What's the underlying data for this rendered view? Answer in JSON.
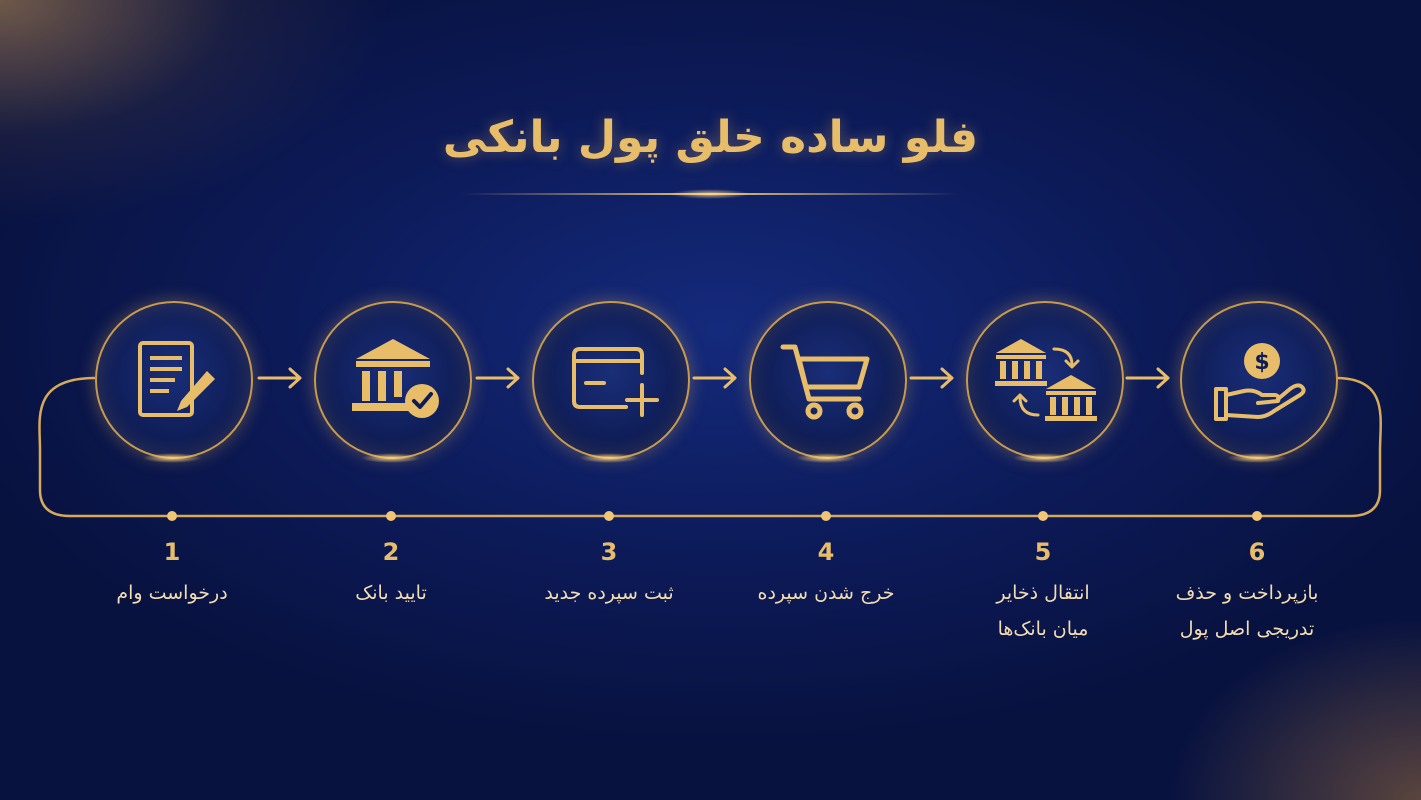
{
  "title": "فلو ساده خلق پول بانکی",
  "steps": [
    {
      "num": "1",
      "label": "درخواست وام",
      "icon": "loan-application-icon"
    },
    {
      "num": "2",
      "label": "تایید بانک",
      "icon": "bank-approve-icon"
    },
    {
      "num": "3",
      "label": "ثبت سپرده جدید",
      "icon": "card-add-icon"
    },
    {
      "num": "4",
      "label": "خرج شدن سپرده",
      "icon": "shopping-cart-icon"
    },
    {
      "num": "5",
      "label": "انتقال ذخایر\nمیان بانک‌ها",
      "icon": "bank-transfer-icon"
    },
    {
      "num": "6",
      "label": "بازپرداخت و حذف\nتدریجی اصل پول",
      "icon": "money-hand-icon"
    }
  ],
  "colors": {
    "gold": "#e8bd6a",
    "navy": "#0c1a58"
  }
}
